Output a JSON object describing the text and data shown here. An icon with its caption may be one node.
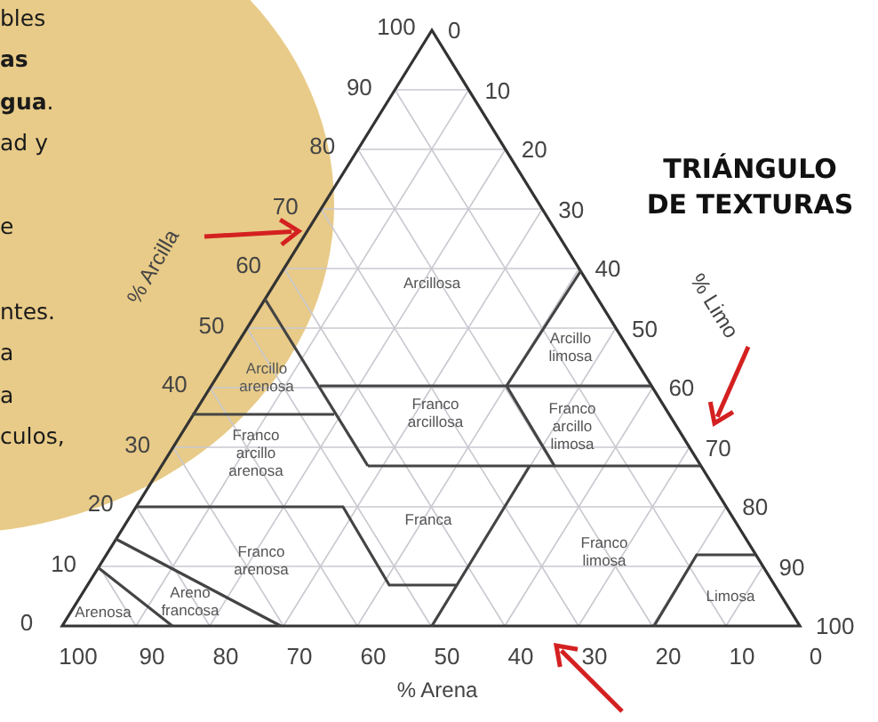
{
  "diagram": {
    "title": "TRIÁNGULO DE TEXTURAS",
    "labels": [
      "bles",
      "as",
      "**gua**.",
      "ad y",
      "e",
      "ntes.",
      "a",
      "a",
      "culos,",
      "100",
      "90",
      "80",
      "70",
      "60",
      "50",
      "40",
      "30",
      "20",
      "10",
      "0",
      "0",
      "10",
      "20",
      "30",
      "40",
      "50",
      "60",
      "70",
      "80",
      "90",
      "100",
      "100",
      "90",
      "80",
      "70",
      "60",
      "50",
      "40",
      "30",
      "20",
      "10",
      "0",
      "% Arcilla",
      "% Limo",
      "% Arena",
      "Arcillosa",
      "Arcillo limosa",
      "Arcillo arenosa",
      "Franco arcillosa",
      "Franco arcillo limosa",
      "Franco arcillo arenosa",
      "Franca",
      "Franco arenosa",
      "Franco limosa",
      "Limosa",
      "Areno francosa",
      "Arenosa"
    ]
  }
}
